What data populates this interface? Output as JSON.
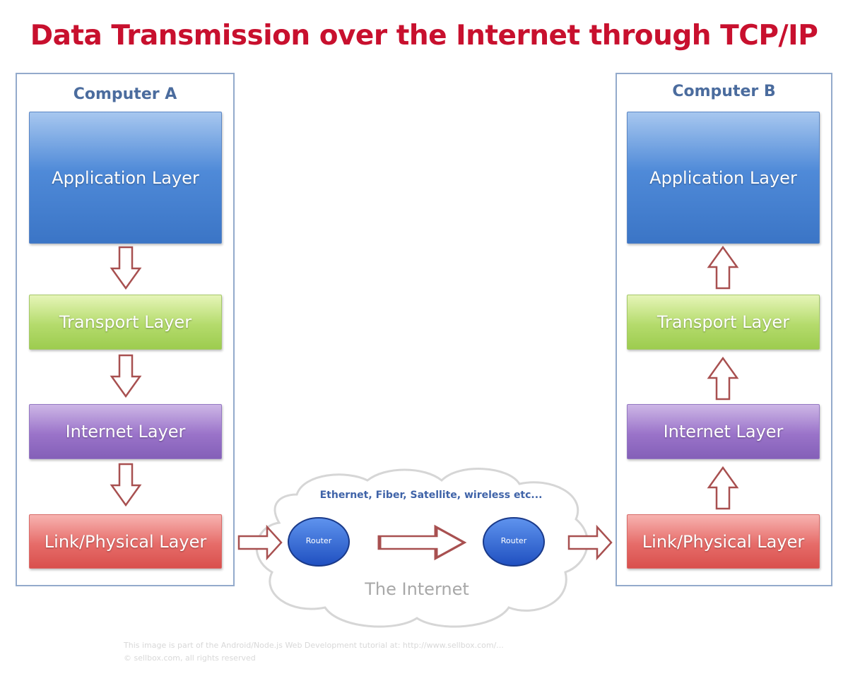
{
  "title": "Data Transmission over the Internet through TCP/IP",
  "computer_a": {
    "label": "Computer A",
    "layers": [
      "Application Layer",
      "Transport Layer",
      "Internet Layer",
      "Link/Physical Layer"
    ]
  },
  "computer_b": {
    "label": "Computer B",
    "layers": [
      "Application Layer",
      "Transport Layer",
      "Internet Layer",
      "Link/Physical Layer"
    ]
  },
  "internet": {
    "label": "The Internet",
    "media": "Ethernet, Fiber, Satellite, wireless etc...",
    "routers": [
      "Router",
      "Router"
    ]
  },
  "footer": {
    "line1": "This image is part of the Android/Node.js Web Development tutorial at: http://www.sellbox.com/...",
    "line2": "© sellbox.com, all rights reserved"
  },
  "colors": {
    "title": "#c8102e",
    "frame": "#93aacb",
    "arrow": "#a85050"
  }
}
